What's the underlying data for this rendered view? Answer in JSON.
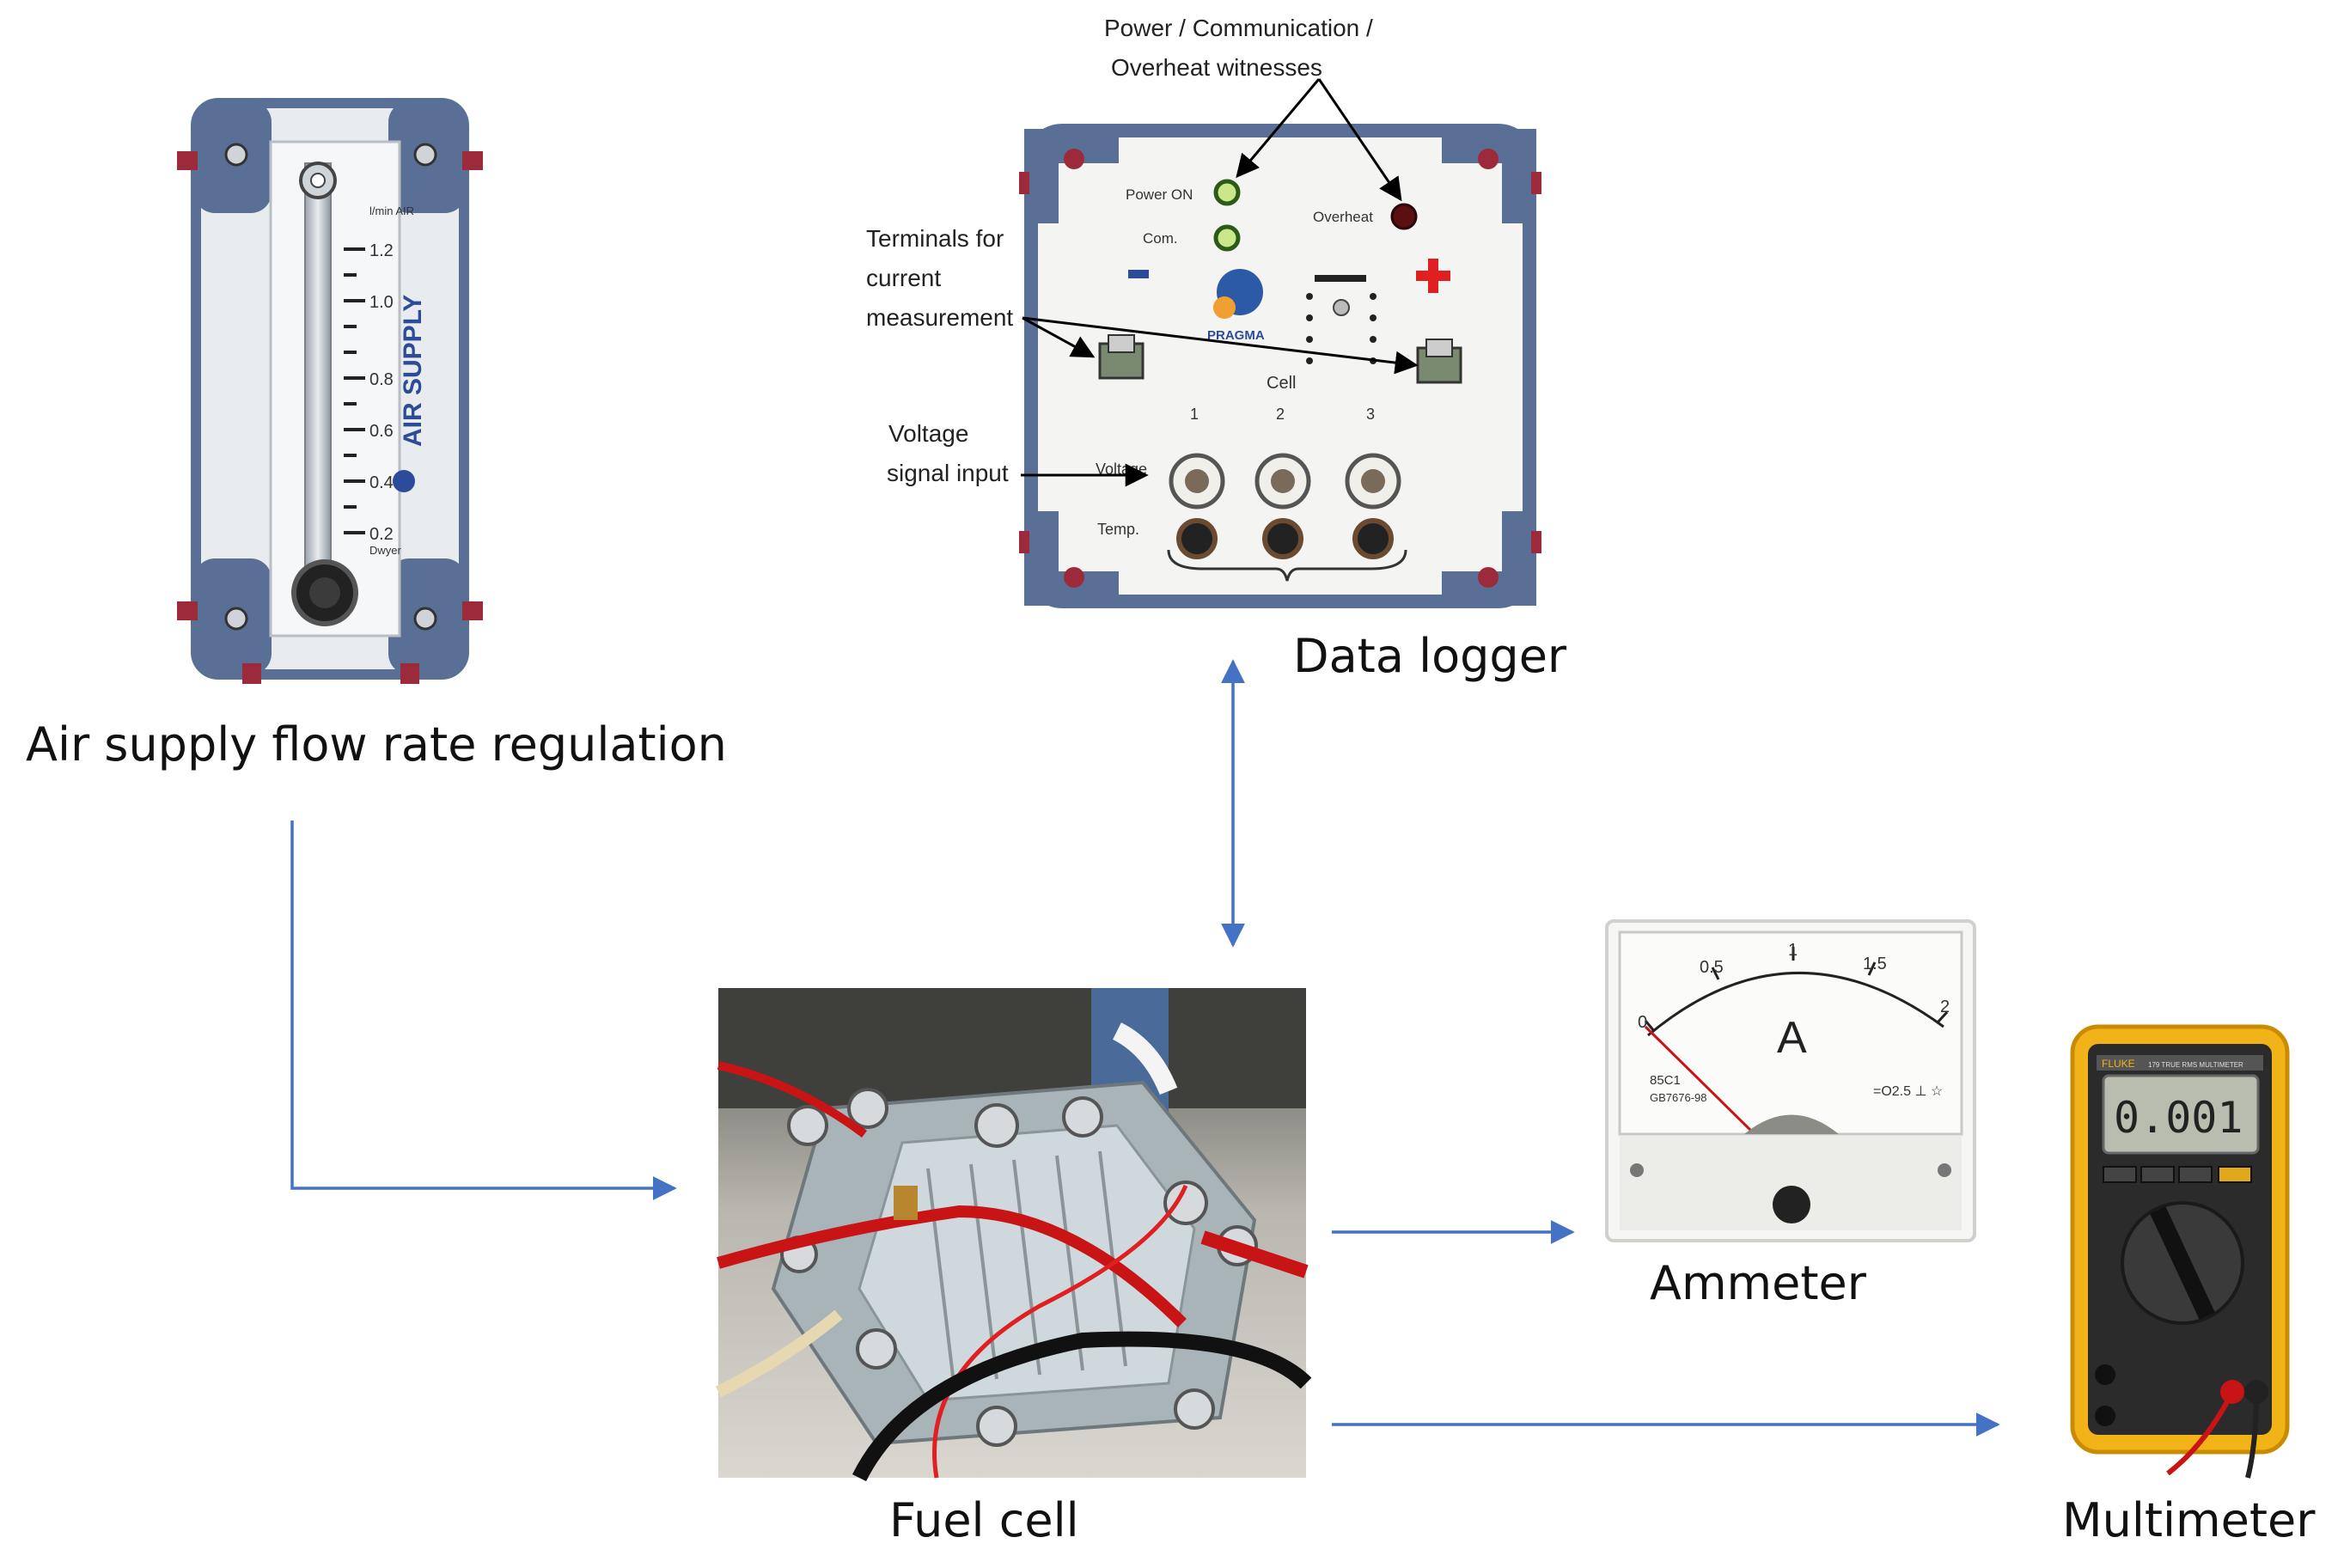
{
  "captions": {
    "air_supply": "Air supply flow rate regulation",
    "data_logger": "Data logger",
    "fuel_cell": "Fuel cell",
    "ammeter": "Ammeter",
    "multimeter": "Multimeter"
  },
  "annotations": {
    "witnesses_line1": "Power / Communication /",
    "witnesses_line2": "Overheat witnesses",
    "terminals_line1": "Terminals for",
    "terminals_line2": "current",
    "terminals_line3": "measurement",
    "voltage_line1": "Voltage",
    "voltage_line2": "signal input"
  },
  "flowmeter": {
    "brand_label": "AIR SUPPLY",
    "unit_label": "l/min AIR",
    "scale": [
      "1.2",
      "1.0",
      "0.8",
      "0.6",
      "0.4",
      "0.2"
    ],
    "maker": "Dwyer"
  },
  "logger_panel": {
    "power_on": "Power ON",
    "com": "Com.",
    "overheat": "Overheat",
    "logo": "PRAGMA",
    "cell": "Cell",
    "channels": [
      "1",
      "2",
      "3"
    ],
    "voltage": "Voltage",
    "temp": "Temp."
  },
  "ammeter_face": {
    "ticks": [
      "0",
      "0.5",
      "1",
      "1.5",
      "2"
    ],
    "unit": "A",
    "model": "85C1",
    "class": "GB7676-98",
    "accuracy": "=O2.5 ⊥ ☆"
  },
  "multimeter_face": {
    "brand": "FLUKE",
    "model": "179 TRUE RMS MULTIMETER",
    "reading": "0.001"
  },
  "colors": {
    "arrow": "#4472c4",
    "case_blue": "#5a6f95",
    "multimeter_yellow": "#f2b318"
  }
}
